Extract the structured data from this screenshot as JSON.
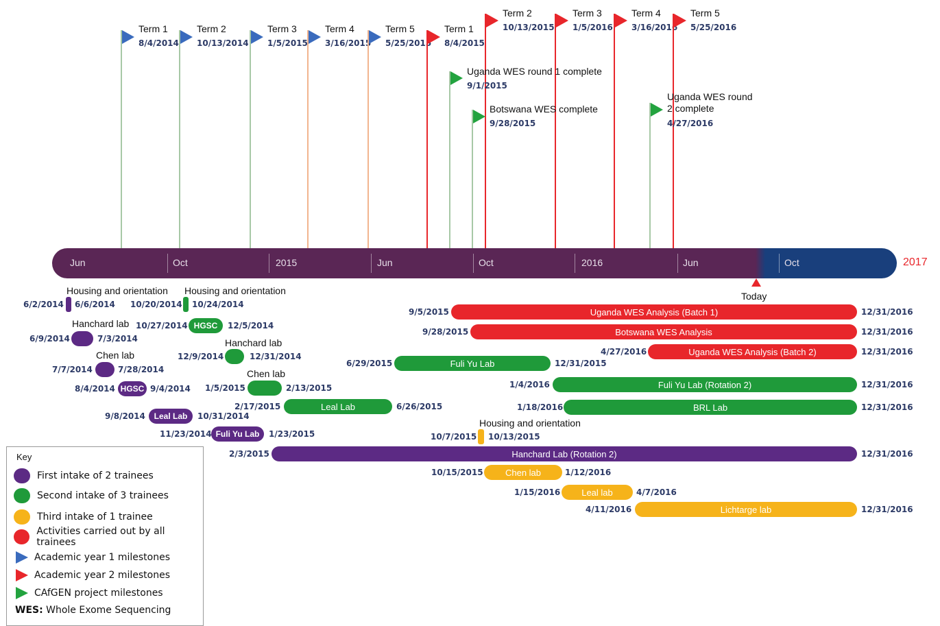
{
  "colors": {
    "first_intake": "#5c2a84",
    "second_intake": "#1f9a3a",
    "third_intake": "#f6b31a",
    "all_trainees": "#e8262b",
    "year1": "#3a6bbd",
    "year2": "#e8262b",
    "project": "#23a33f",
    "timeline_past": "#5a2655",
    "timeline_future": "#193f7c"
  },
  "timeline": {
    "ticks": [
      "Jun",
      "Oct",
      "2015",
      "Jun",
      "Oct",
      "2016",
      "Jun",
      "Oct"
    ],
    "year_end_label": "2017",
    "today_label": "Today"
  },
  "milestones": [
    {
      "title": "Term 1",
      "date": "8/4/2014",
      "type": "year1"
    },
    {
      "title": "Term 2",
      "date": "10/13/2014",
      "type": "year1"
    },
    {
      "title": "Term 3",
      "date": "1/5/2015",
      "type": "year1"
    },
    {
      "title": "Term 4",
      "date": "3/16/2015",
      "type": "year1"
    },
    {
      "title": "Term 5",
      "date": "5/25/2015",
      "type": "year1"
    },
    {
      "title": "Term 1",
      "date": "8/4/2015",
      "type": "year2"
    },
    {
      "title": "Term 2",
      "date": "10/13/2015",
      "type": "year2"
    },
    {
      "title": "Term 3",
      "date": "1/5/2016",
      "type": "year2"
    },
    {
      "title": "Term 4",
      "date": "3/16/2016",
      "type": "year2"
    },
    {
      "title": "Term 5",
      "date": "5/25/2016",
      "type": "year2"
    },
    {
      "title": "Uganda WES round 1 complete",
      "date": "9/1/2015",
      "type": "project"
    },
    {
      "title": "Botswana WES complete",
      "date": "9/28/2015",
      "type": "project"
    },
    {
      "title": "Uganda WES round 2 complete",
      "date": "4/27/2016",
      "type": "project"
    }
  ],
  "tasks": [
    {
      "title": "Housing and orientation",
      "start": "6/2/2014",
      "end": "6/6/2014",
      "group": "first_intake",
      "label": ""
    },
    {
      "title": "Housing and orientation",
      "start": "10/20/2014",
      "end": "10/24/2014",
      "group": "second_intake",
      "label": ""
    },
    {
      "title": "",
      "start": "10/27/2014",
      "end": "12/5/2014",
      "group": "second_intake",
      "label": "HGSC"
    },
    {
      "title": "Hanchard lab",
      "start": "6/9/2014",
      "end": "7/3/2014",
      "group": "first_intake",
      "label": ""
    },
    {
      "title": "Hanchard lab",
      "start": "12/9/2014",
      "end": "12/31/2014",
      "group": "second_intake",
      "label": ""
    },
    {
      "title": "Chen lab",
      "start": "7/7/2014",
      "end": "7/28/2014",
      "group": "first_intake",
      "label": ""
    },
    {
      "title": "",
      "start": "8/4/2014",
      "end": "9/4/2014",
      "group": "first_intake",
      "label": "HGSC"
    },
    {
      "title": "Chen lab",
      "start": "1/5/2015",
      "end": "2/13/2015",
      "group": "second_intake",
      "label": ""
    },
    {
      "title": "",
      "start": "2/17/2015",
      "end": "6/26/2015",
      "group": "second_intake",
      "label": "Leal Lab"
    },
    {
      "title": "",
      "start": "9/8/2014",
      "end": "10/31/2014",
      "group": "first_intake",
      "label": "Leal Lab"
    },
    {
      "title": "",
      "start": "11/23/2014",
      "end": "1/23/2015",
      "group": "first_intake",
      "label": "Fuli Yu Lab"
    },
    {
      "title": "",
      "start": "9/5/2015",
      "end": "12/31/2016",
      "group": "all_trainees",
      "label": "Uganda WES Analysis (Batch 1)"
    },
    {
      "title": "",
      "start": "9/28/2015",
      "end": "12/31/2016",
      "group": "all_trainees",
      "label": "Botswana WES Analysis"
    },
    {
      "title": "",
      "start": "4/27/2016",
      "end": "12/31/2016",
      "group": "all_trainees",
      "label": "Uganda WES Analysis (Batch 2)"
    },
    {
      "title": "",
      "start": "6/29/2015",
      "end": "12/31/2015",
      "group": "second_intake",
      "label": "Fuli Yu Lab"
    },
    {
      "title": "",
      "start": "1/4/2016",
      "end": "12/31/2016",
      "group": "second_intake",
      "label": "Fuli Yu Lab (Rotation 2)"
    },
    {
      "title": "",
      "start": "1/18/2016",
      "end": "12/31/2016",
      "group": "second_intake",
      "label": "BRL Lab"
    },
    {
      "title": "Housing and orientation",
      "start": "10/7/2015",
      "end": "10/13/2015",
      "group": "third_intake",
      "label": ""
    },
    {
      "title": "",
      "start": "2/3/2015",
      "end": "12/31/2016",
      "group": "first_intake",
      "label": "Hanchard Lab (Rotation 2)"
    },
    {
      "title": "",
      "start": "10/15/2015",
      "end": "1/12/2016",
      "group": "third_intake",
      "label": "Chen lab"
    },
    {
      "title": "",
      "start": "1/15/2016",
      "end": "4/7/2016",
      "group": "third_intake",
      "label": "Leal lab"
    },
    {
      "title": "",
      "start": "4/11/2016",
      "end": "12/31/2016",
      "group": "third_intake",
      "label": "Lichtarge lab"
    }
  ],
  "key": {
    "title": "Key",
    "items": [
      {
        "label": "First intake of 2 trainees",
        "shape": "dot",
        "color": "first_intake"
      },
      {
        "label": "Second intake of 3 trainees",
        "shape": "dot",
        "color": "second_intake"
      },
      {
        "label": "Third intake of 1 trainee",
        "shape": "dot",
        "color": "third_intake"
      },
      {
        "label": "Activities carried out by all trainees",
        "shape": "dot",
        "color": "all_trainees"
      },
      {
        "label": "Academic year 1 milestones",
        "shape": "flag",
        "color": "year1"
      },
      {
        "label": "Academic year 2 milestones",
        "shape": "flag",
        "color": "year2"
      },
      {
        "label": "CAfGEN project milestones",
        "shape": "flag",
        "color": "project"
      }
    ],
    "wes_abbr": "WES:",
    "wes_text": "Whole Exome Sequencing"
  }
}
